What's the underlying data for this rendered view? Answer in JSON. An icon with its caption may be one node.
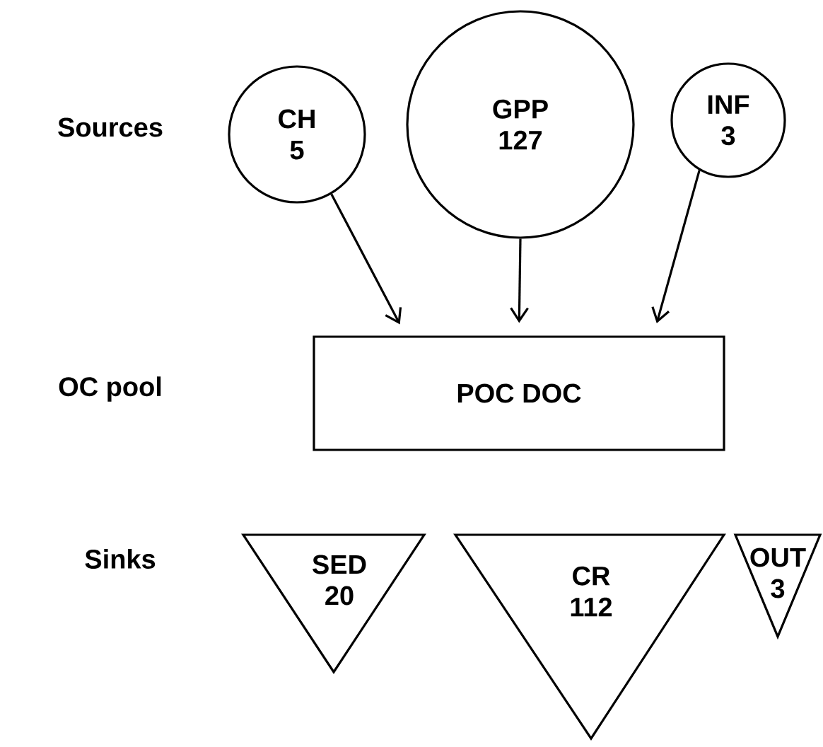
{
  "diagram": {
    "nodes": [
      {
        "text": [
          "CH",
          "5"
        ]
      },
      {
        "text": [
          "GPP",
          "127"
        ]
      },
      {
        "text": [
          "INF",
          "3"
        ]
      },
      {
        "text": [
          "POC DOC"
        ]
      },
      {
        "text": [
          "SED",
          "20"
        ]
      },
      {
        "text": [
          "CR",
          "112"
        ]
      },
      {
        "text": [
          "OUT",
          "3"
        ]
      }
    ],
    "edges": [
      {
        "from": 0,
        "to": 3,
        "arrow": "to"
      },
      {
        "from": 1,
        "to": 3,
        "arrow": "to"
      },
      {
        "from": 2,
        "to": 3,
        "arrow": "to"
      }
    ],
    "labels": [
      "Sources",
      "OC pool",
      "Sinks"
    ]
  }
}
